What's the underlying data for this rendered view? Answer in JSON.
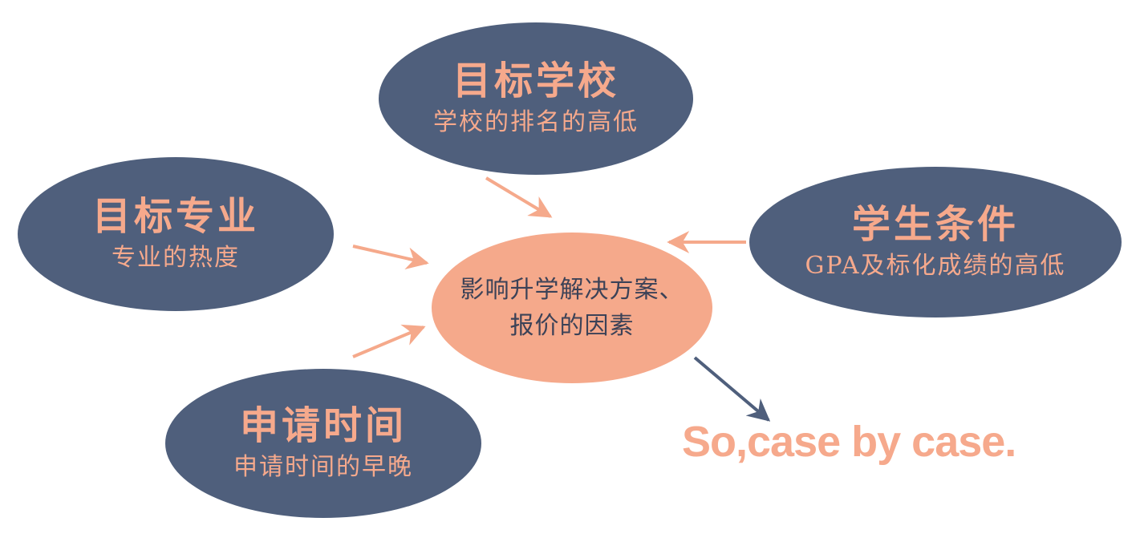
{
  "nodes": {
    "school": {
      "title": "目标学校",
      "subtitle": "学校的排名的高低"
    },
    "major": {
      "title": "目标专业",
      "subtitle": "专业的热度"
    },
    "student": {
      "title": "学生条件",
      "subtitle": "GPA及标化成绩的高低"
    },
    "time": {
      "title": "申请时间",
      "subtitle": "申请时间的早晚"
    }
  },
  "center": {
    "line1": "影响升学解决方案、",
    "line2": "报价的因素"
  },
  "conclusion": "So,case by case.",
  "colors": {
    "node_fill": "#4f5f7c",
    "node_text": "#f6a98c",
    "center_fill": "#f5a98b",
    "center_text": "#3c4257",
    "arrow_in": "#f5a98b",
    "arrow_out": "#4f5f7c",
    "background": "#ffffff"
  }
}
